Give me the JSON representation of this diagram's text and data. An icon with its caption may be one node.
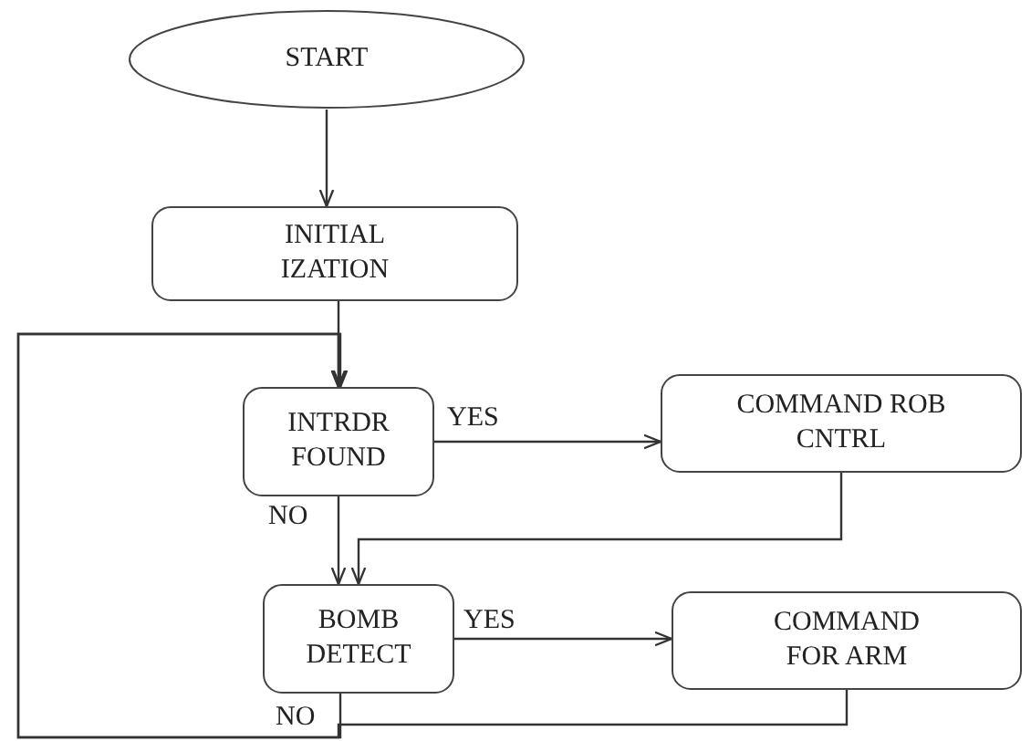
{
  "diagram": {
    "nodes": [
      {
        "text": [
          "START"
        ]
      },
      {
        "text": [
          "INITIAL IZATION"
        ]
      },
      {
        "text": [
          "INTRDR FOUND"
        ]
      },
      {
        "text": [
          "COMMAND ROB CNTRL"
        ]
      },
      {
        "text": [
          "BOMB DETECT"
        ]
      },
      {
        "text": [
          "COMMAND FOR ARM"
        ]
      }
    ],
    "edges": [
      {
        "from": 0,
        "to": 1,
        "arrow": "to"
      },
      {
        "from": 1,
        "to": 2,
        "arrow": "to"
      },
      {
        "from": 2,
        "to": 3,
        "arrow": "to",
        "label": "YES"
      },
      {
        "from": 2,
        "to": 4,
        "arrow": "to",
        "label": "NO"
      },
      {
        "from": 3,
        "to": 4,
        "arrow": "to"
      },
      {
        "from": 4,
        "to": 5,
        "arrow": "to",
        "label": "YES"
      },
      {
        "from": 4,
        "to": 2,
        "arrow": "to",
        "label": "NO"
      },
      {
        "from": 5,
        "to": 2,
        "arrow": "to"
      }
    ]
  }
}
